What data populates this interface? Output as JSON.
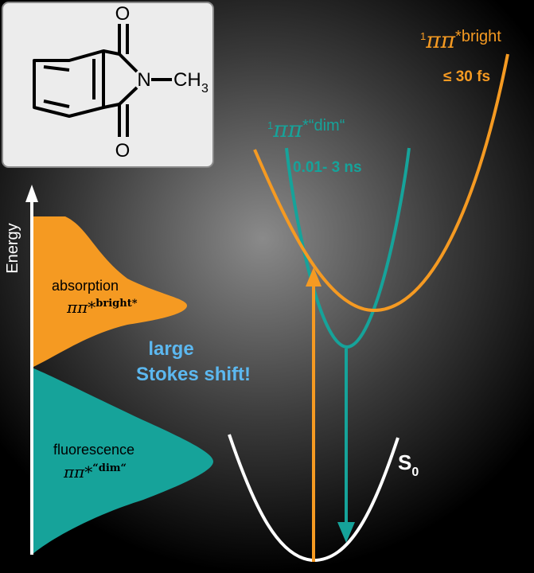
{
  "colors": {
    "orange": "#f59a22",
    "teal": "#16a39a",
    "white": "#ffffff",
    "stokes": "#5cb8f0",
    "box_bg": "#ececec",
    "background_glow": "#8a8a8a"
  },
  "molecule": {
    "atoms": {
      "o_top": "O",
      "o_bottom": "O",
      "n": "N",
      "ch": "CH",
      "sub": "3"
    }
  },
  "axis": {
    "label": "Energy"
  },
  "spectra": {
    "absorption": {
      "label": "absorption",
      "state": "ππ*",
      "sup": "bright*"
    },
    "fluorescence": {
      "label": "fluorescence",
      "state": "ππ*",
      "sup": "“dim“"
    }
  },
  "stokes": {
    "line1": "large",
    "line2": "Stokes shift!"
  },
  "states": {
    "bright": {
      "pre": "1",
      "pi": "ππ",
      "post": "*bright",
      "lifetime": "≤ 30 fs"
    },
    "dim": {
      "pre": "1",
      "pi": "ππ",
      "post": "*“dim“",
      "lifetime": "0.01- 3 ns"
    },
    "ground": {
      "label": "S",
      "sub": "0"
    }
  }
}
